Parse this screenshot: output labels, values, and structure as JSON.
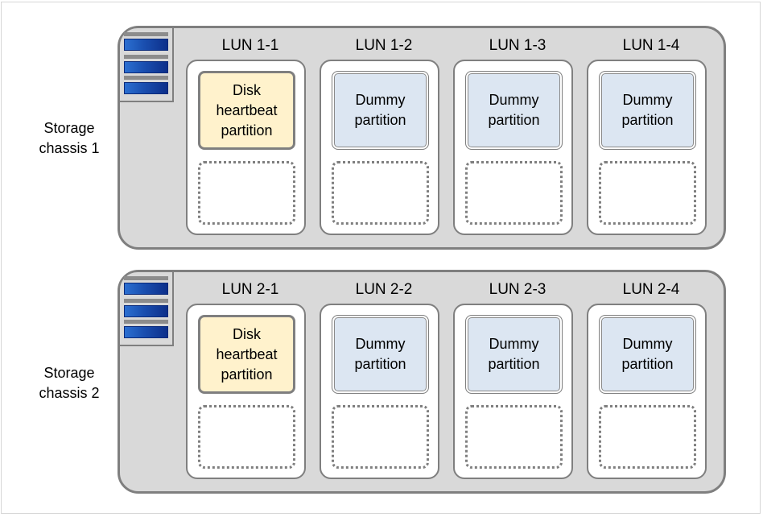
{
  "chassis": [
    {
      "label": "Storage\nchassis 1",
      "luns": [
        {
          "title": "LUN 1-1",
          "partition": "Disk\nheartbeat\npartition",
          "kind": "disk"
        },
        {
          "title": "LUN 1-2",
          "partition": "Dummy\npartition",
          "kind": "dummy"
        },
        {
          "title": "LUN 1-3",
          "partition": "Dummy\npartition",
          "kind": "dummy"
        },
        {
          "title": "LUN 1-4",
          "partition": "Dummy\npartition",
          "kind": "dummy"
        }
      ]
    },
    {
      "label": "Storage\nchassis 2",
      "luns": [
        {
          "title": "LUN 2-1",
          "partition": "Disk\nheartbeat\npartition",
          "kind": "disk"
        },
        {
          "title": "LUN 2-2",
          "partition": "Dummy\npartition",
          "kind": "dummy"
        },
        {
          "title": "LUN 2-3",
          "partition": "Dummy\npartition",
          "kind": "dummy"
        },
        {
          "title": "LUN 2-4",
          "partition": "Dummy\npartition",
          "kind": "dummy"
        }
      ]
    }
  ],
  "colors": {
    "disk_heartbeat_fill": "#fff2cc",
    "dummy_fill": "#dce6f2",
    "chassis_fill": "#d9d9d9",
    "outline": "#7f7f7f",
    "storage_blade": "#1a4fb0"
  },
  "icons": {
    "chassis": "storage-rack-icon"
  }
}
